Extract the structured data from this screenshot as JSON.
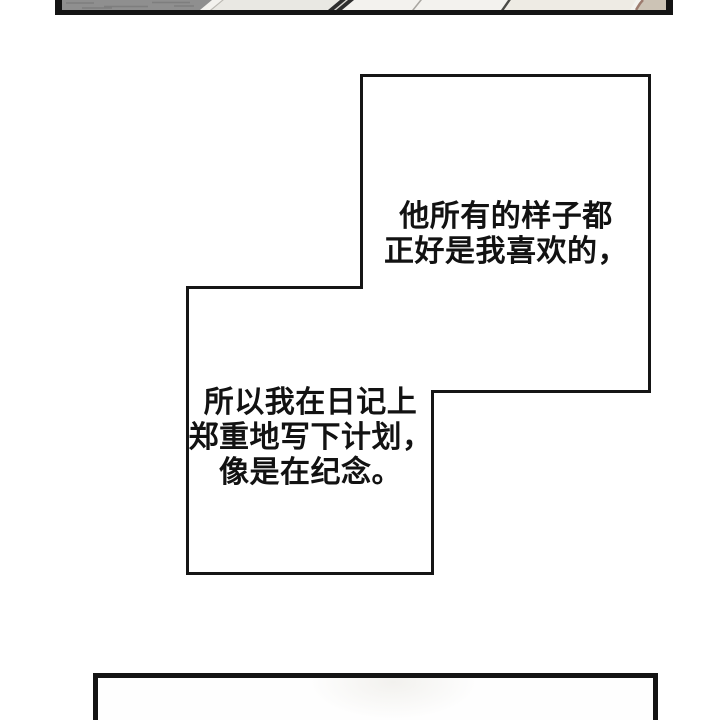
{
  "page": {
    "background_color": "#ffffff"
  },
  "panels": {
    "top_partial_panel": {
      "border_color": "#141414",
      "art_colors": {
        "gray_ground": "#8f8f8f",
        "gray_speckle": "#767676",
        "offwhite_left": "#e9e8e3",
        "white_mid": "#f3f2ee",
        "warm_right": "#eeebe4",
        "dark_pole": "#2e2e2e",
        "thin_line": "#a9a7a1",
        "tan_object": "#ccc3b5",
        "tan_object_edge": "#9c7b6e"
      }
    },
    "bottom_partial_panel": {
      "border_color": "#141414",
      "fill": "#fefefe"
    }
  },
  "speech_bubble": {
    "fill": "#ffffff",
    "border_color": "#151515",
    "text_color": "#121212",
    "block1": {
      "lines": {
        "0": "他所有的样子都",
        "1": "正好是我喜欢的，"
      }
    },
    "block2": {
      "lines": {
        "0": "所以我在日记上",
        "1": "郑重地写下计划，",
        "2": "像是在纪念。"
      }
    }
  }
}
